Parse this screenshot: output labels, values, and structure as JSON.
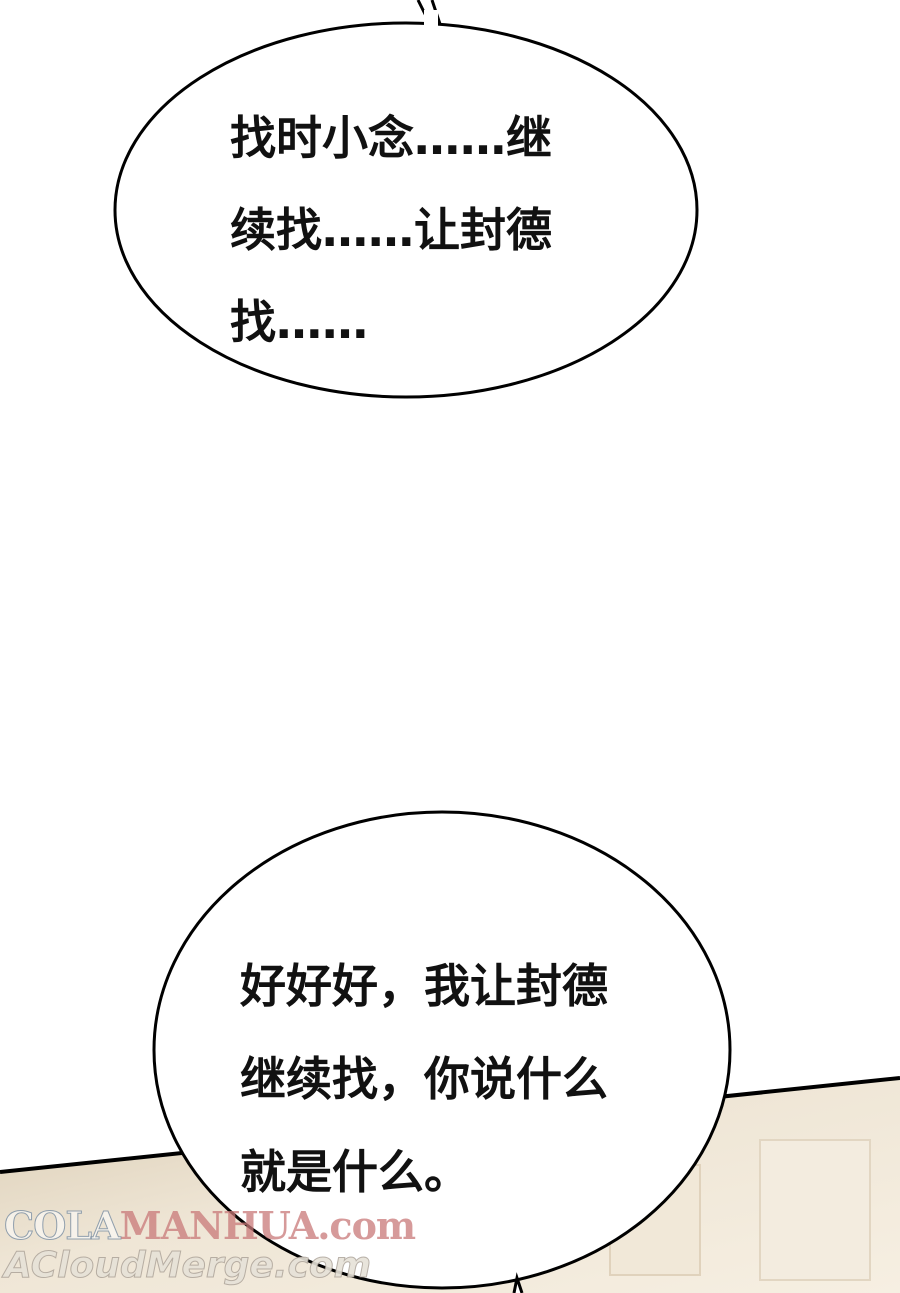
{
  "panel_top": {
    "bubble_lines": [
      "找时小念……继",
      "续找……让封德",
      "找……"
    ]
  },
  "panel_bottom": {
    "bubble_lines": [
      "好好好，我让封德",
      "继续找，你说什么",
      "就是什么。"
    ]
  },
  "watermark": {
    "line1_cola": "COLA",
    "line1_manhua": "MANHUA",
    "line1_dotcom": ".com",
    "line2": "ACloudMerge.com"
  },
  "colors": {
    "background": "#ffffff",
    "outline": "#000000",
    "text": "#111111",
    "bottom_panel_tint": "#efe6d6"
  }
}
